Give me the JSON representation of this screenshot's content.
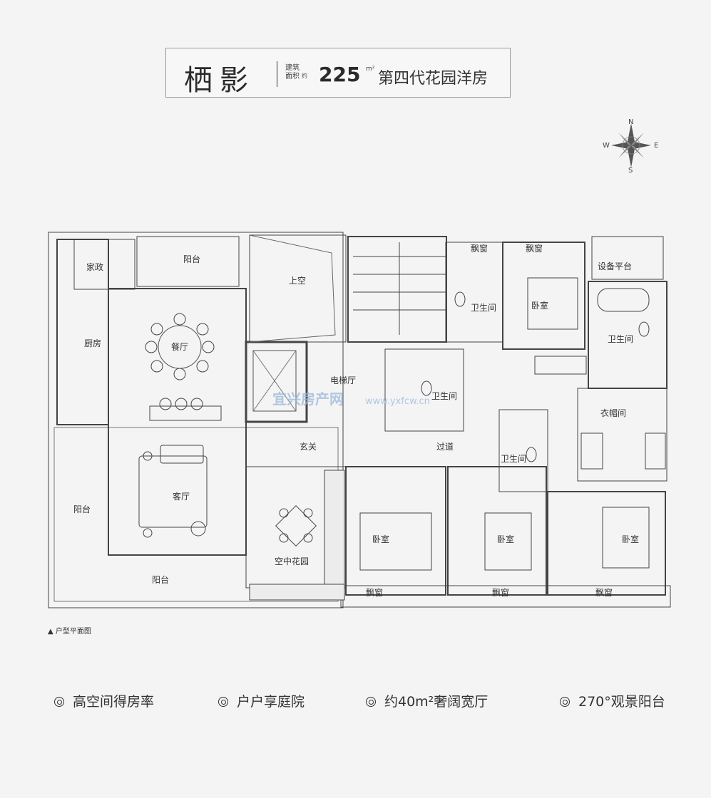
{
  "header": {
    "name": "栖影",
    "area_label": "建筑面积",
    "area_note": "约",
    "area_value": "225",
    "area_unit": "m²",
    "tagline": "第四代花园洋房"
  },
  "compass": {
    "n": "N",
    "s": "S",
    "e": "E",
    "w": "W"
  },
  "rooms": {
    "housekeeping": "家政",
    "balcony_top": "阳台",
    "void": "上空",
    "kitchen": "厨房",
    "dining": "餐厅",
    "elevator_hall": "电梯厅",
    "watermark": "宜兴房产网",
    "watermark_url": "www.yxfcw.cn",
    "bay_window_1": "飘窗",
    "bay_window_2": "飘窗",
    "equipment_platform": "设备平台",
    "bathroom_1": "卫生间",
    "bedroom_master_top": "卧室",
    "bathroom_2": "卫生间",
    "bathroom_3": "卫生间",
    "cloakroom": "衣帽间",
    "entrance": "玄关",
    "corridor": "过道",
    "bathroom_4": "卫生间",
    "living": "客厅",
    "balcony_left": "阳台",
    "sky_garden": "空中花园",
    "bedroom_1": "卧室",
    "bedroom_2": "卧室",
    "bedroom_3": "卧室",
    "balcony_bottom": "阳台",
    "bay_window_3": "飘窗",
    "bay_window_4": "飘窗",
    "bay_window_5": "飘窗"
  },
  "caption": "户型平面图",
  "features": [
    "高空间得房率",
    "户户享庭院",
    "约40m²奢阔宽厅",
    "270°观景阳台"
  ]
}
